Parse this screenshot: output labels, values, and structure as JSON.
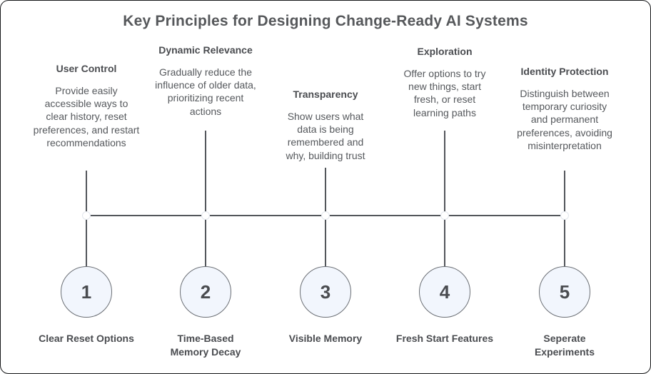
{
  "title": "Key Principles for Designing Change-Ready AI Systems",
  "colors": {
    "background": "#ffffff",
    "text_primary": "#4a4c50",
    "text_secondary": "#55585c",
    "line": "#53565b",
    "node_fill": "#f2f6fd",
    "node_border": "#6b6f75",
    "dot_fill": "#ffffff",
    "dot_border": "#e2e6ed"
  },
  "principles": [
    {
      "number": "1",
      "heading": "User Control",
      "description": "Provide easily accessible ways to clear history, reset preferences, and restart recommendations",
      "label": "Clear Reset Options"
    },
    {
      "number": "2",
      "heading": "Dynamic Relevance",
      "description": "Gradually reduce the influence of older data, prioritizing recent actions",
      "label": "Time-Based Memory Decay"
    },
    {
      "number": "3",
      "heading": "Transparency",
      "description": "Show users what data is being remembered and why, building trust",
      "label": "Visible Memory"
    },
    {
      "number": "4",
      "heading": "Exploration",
      "description": "Offer options to try new things, start fresh, or reset learning paths",
      "label": "Fresh Start Features"
    },
    {
      "number": "5",
      "heading": "Identity Protection",
      "description": "Distinguish between temporary curiosity and permanent preferences, avoiding misinterpretation",
      "label": "Seperate Experiments"
    }
  ]
}
